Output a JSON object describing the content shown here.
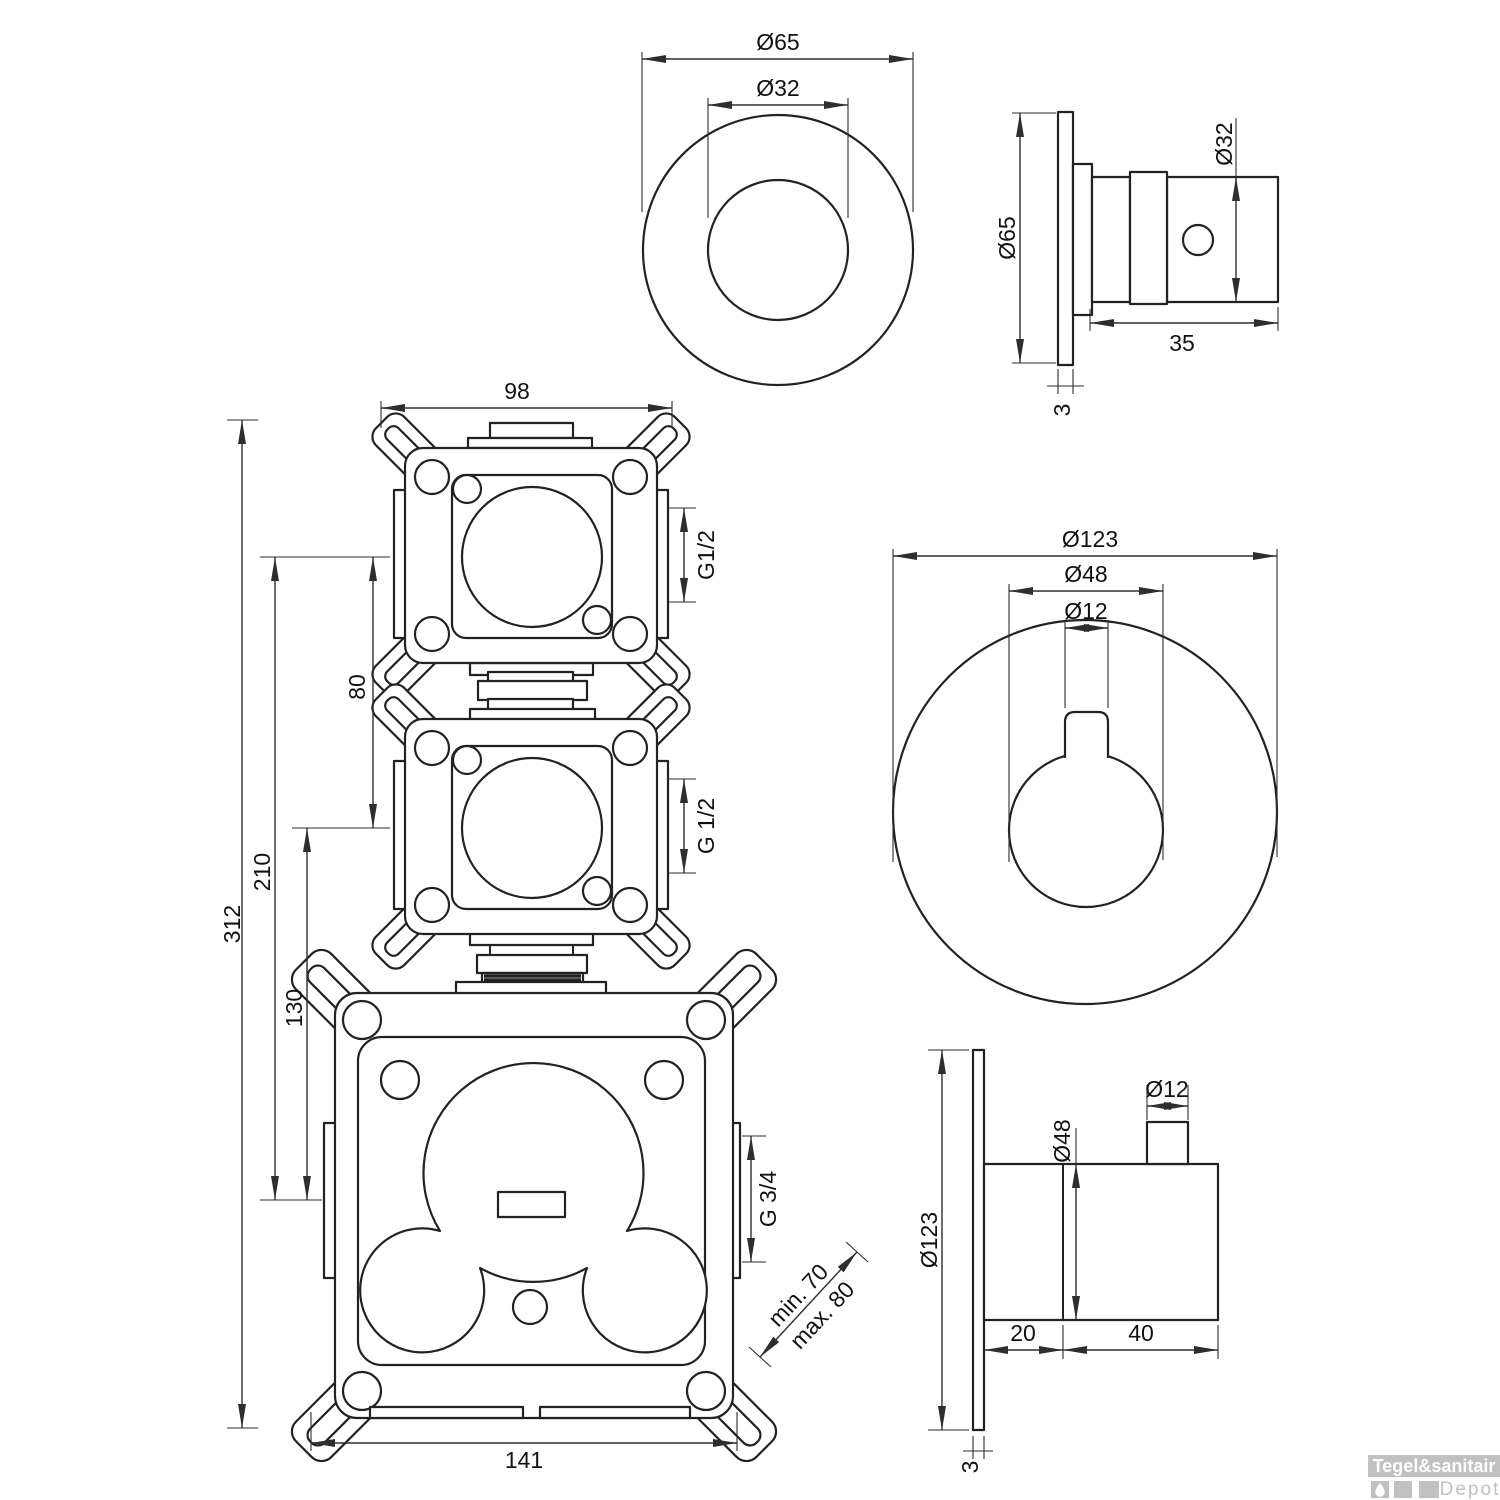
{
  "colors": {
    "line": "#222222",
    "dim": "#2e2e2e",
    "logo_gray": "#c1c1c1"
  },
  "labels": {
    "front_small": {
      "outer_diameter": "Ø65",
      "inner_diameter": "Ø32"
    },
    "side_small": {
      "plate_diameter": "Ø65",
      "knob_diameter": "Ø32",
      "knob_length": "35",
      "plate_thickness": "3"
    },
    "assembly": {
      "valve_width": "98",
      "total_height": "312",
      "height_210": "210",
      "height_130": "130",
      "spacing_80": "80",
      "port_top": "G1/2",
      "port_middle": "G 1/2",
      "port_bottom": "G 3/4",
      "depth_min": "min. 70",
      "depth_max": "max. 80",
      "body_width": "141"
    },
    "front_large": {
      "plate_diameter": "Ø123",
      "knob_diameter": "Ø48",
      "handle_diameter": "Ø12"
    },
    "side_large": {
      "plate_diameter": "Ø123",
      "knob_diameter": "Ø48",
      "handle_diameter": "Ø12",
      "depth_20": "20",
      "depth_40": "40",
      "plate_thickness": "3"
    },
    "logo": {
      "brand": "Tegel&sanitair",
      "sub": "Depot"
    }
  }
}
